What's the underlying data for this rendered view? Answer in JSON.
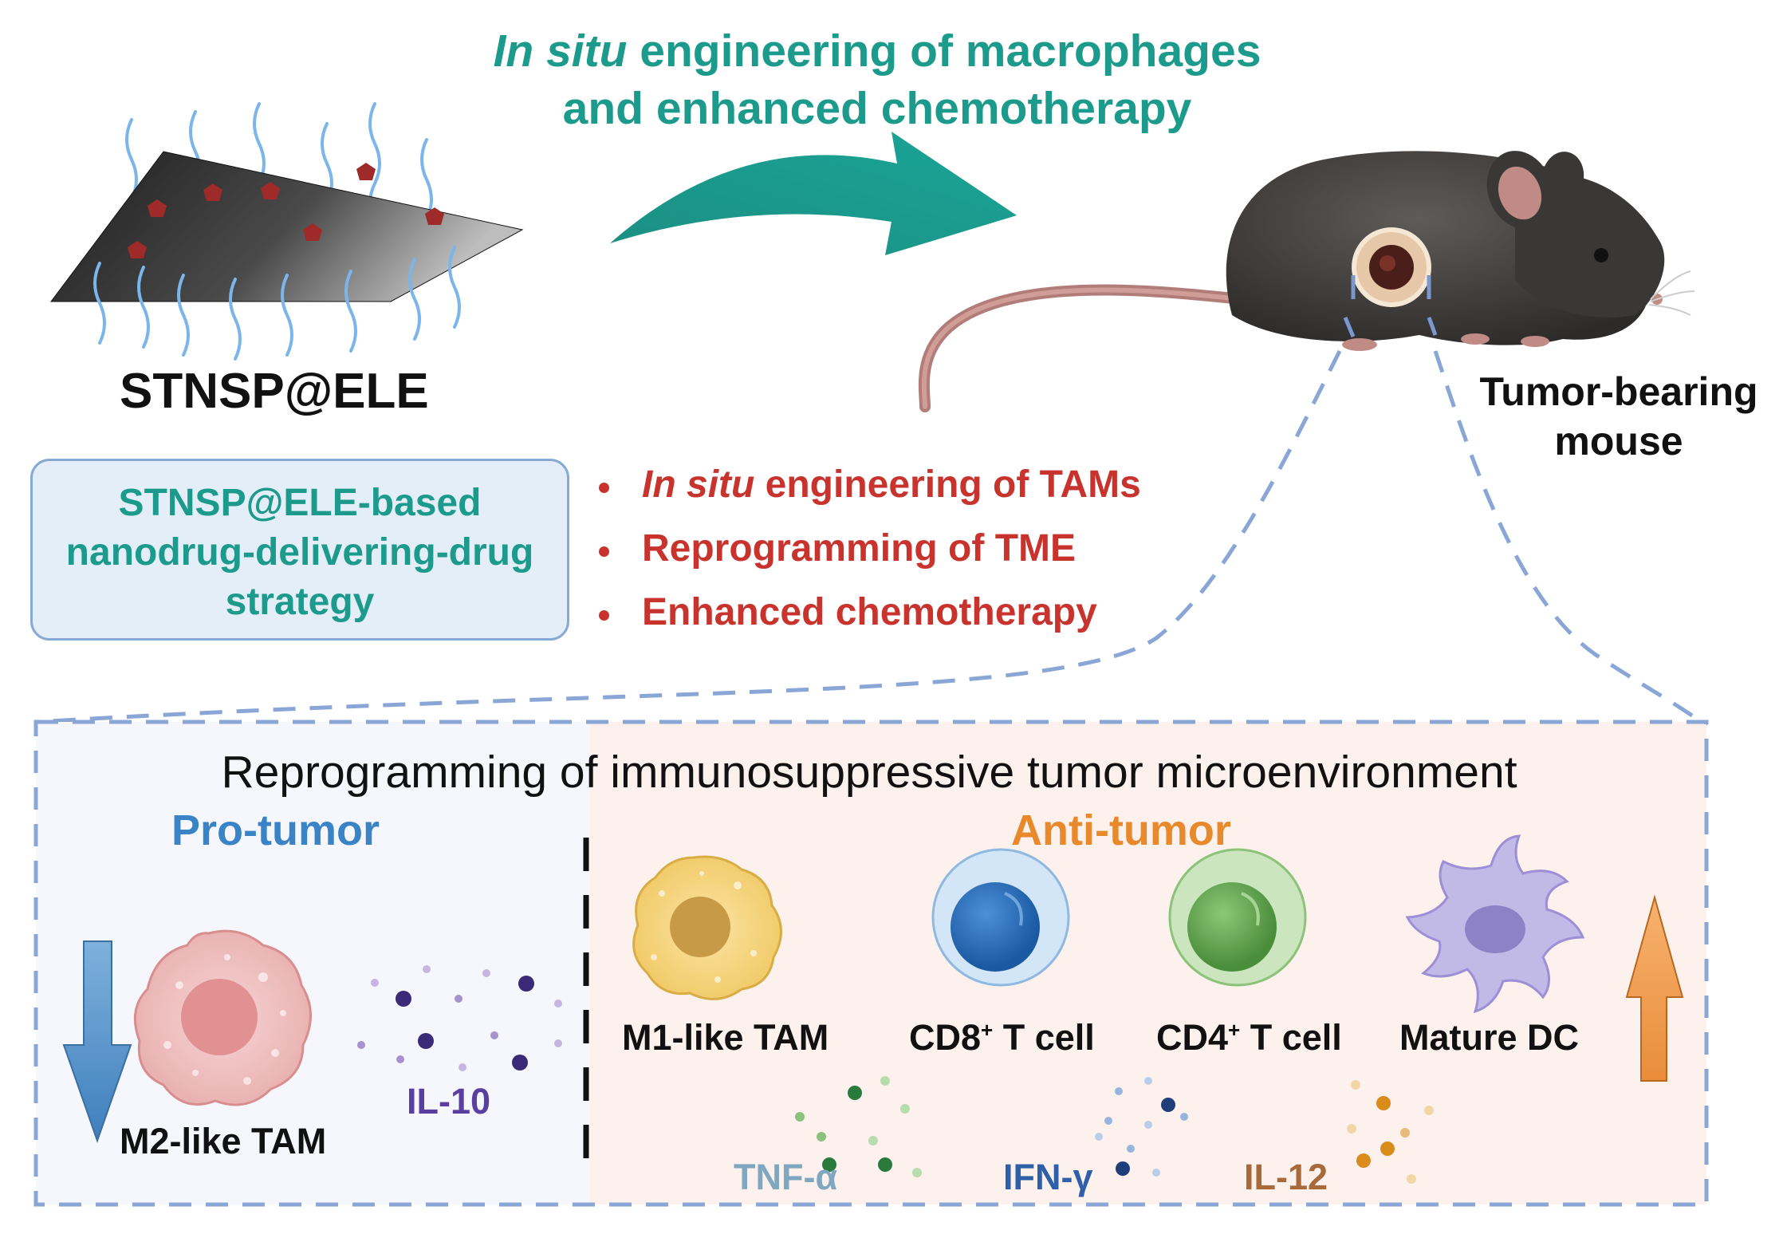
{
  "header": {
    "title_italic": "In situ",
    "title_rest_line1": " engineering of macrophages",
    "title_line2": "and enhanced chemotherapy"
  },
  "material": {
    "label": "STNSP@ELE"
  },
  "strategy": {
    "line1": "STNSP@ELE-based",
    "line2": "nanodrug-delivering-drug",
    "line3": "strategy"
  },
  "bullets": [
    {
      "italic": "In situ",
      "text": " engineering of TAMs"
    },
    {
      "italic": "",
      "text": "Reprogramming of TME"
    },
    {
      "italic": "",
      "text": "Enhanced chemotherapy"
    }
  ],
  "mouse": {
    "label_line1": "Tumor-bearing",
    "label_line2": "mouse"
  },
  "panel": {
    "title": "Reprogramming of immunosuppressive tumor microenvironment",
    "pro_label": "Pro-tumor",
    "anti_label": "Anti-tumor"
  },
  "cells": {
    "m2": "M2-like TAM",
    "m1": "M1-like TAM",
    "cd8_prefix": "CD8",
    "cd8_sup": "+",
    "cd8_suffix": " T cell",
    "cd4_prefix": "CD4",
    "cd4_sup": "+",
    "cd4_suffix": " T cell",
    "dc": "Mature DC"
  },
  "cytokines": {
    "il10": "IL-10",
    "tnf": "TNF-α",
    "ifn": "IFN-γ",
    "il12": "IL-12"
  },
  "colors": {
    "teal": "#1c9a8c",
    "red": "#c8342d",
    "pro_blue": "#3a83c7",
    "anti_orange": "#e8892c",
    "il10": "#5a3fa0",
    "tnf": "#7fa8c0",
    "ifn": "#2f5fa8",
    "il12": "#a86a3a"
  },
  "icons": [
    "nanosheet-icon",
    "curved-arrow-icon",
    "mouse-icon",
    "tumor-icon",
    "macrophage-icon",
    "t-cell-icon",
    "dendritic-cell-icon",
    "down-arrow-icon",
    "up-arrow-icon"
  ]
}
